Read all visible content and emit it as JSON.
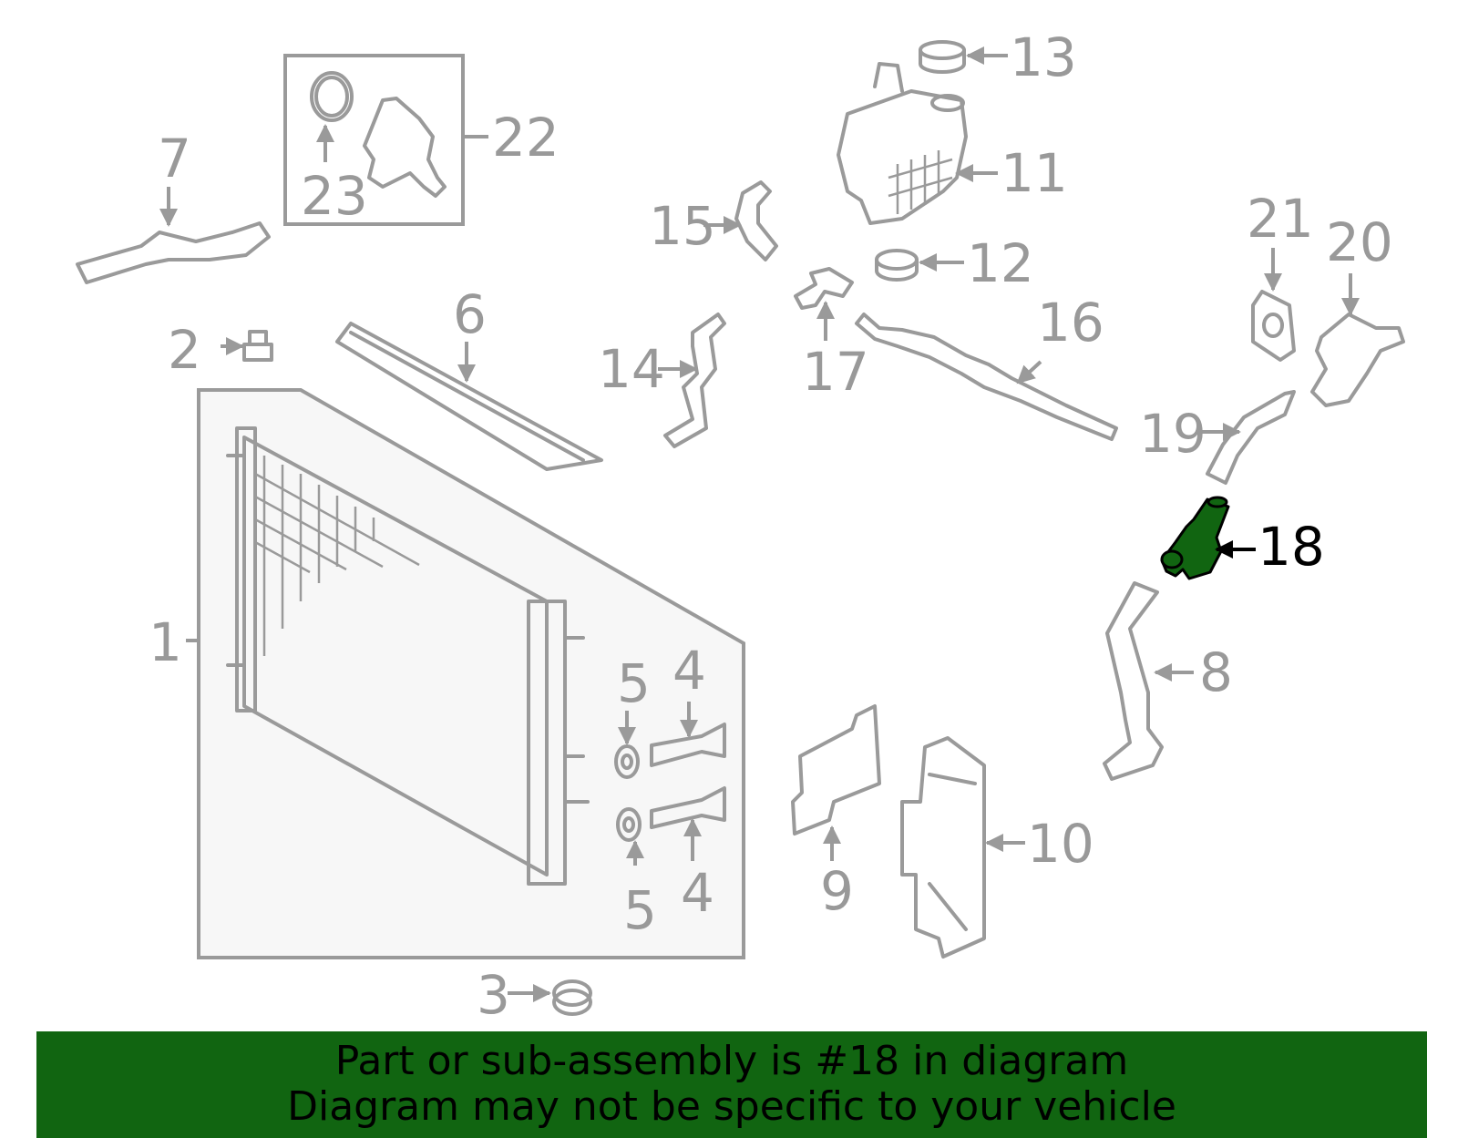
{
  "diagram": {
    "highlighted_part": "18",
    "highlight_color": "#116511",
    "part_color": "#9a9a9a",
    "callouts": [
      "1",
      "2",
      "3",
      "4",
      "4",
      "5",
      "5",
      "6",
      "7",
      "8",
      "9",
      "10",
      "11",
      "12",
      "13",
      "14",
      "15",
      "16",
      "17",
      "18",
      "19",
      "20",
      "21",
      "22",
      "23"
    ]
  },
  "banner": {
    "line1": "Part or sub-assembly is #18 in diagram",
    "line2": "Diagram may not be specific to your vehicle",
    "background": "#116511"
  }
}
